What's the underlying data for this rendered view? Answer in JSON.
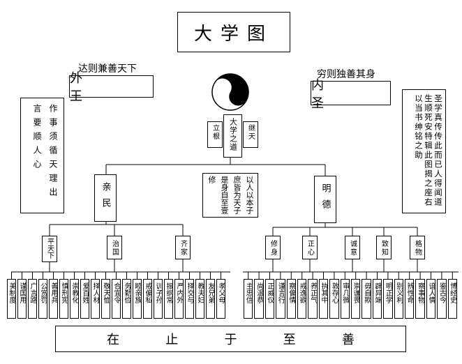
{
  "title": "大学图",
  "left_caption": "达则兼善天下",
  "left_box": "外　王",
  "right_caption": "穷则独善其身",
  "right_box": "内　圣",
  "left_note": "作事须循天理出言要顺人心",
  "right_note": "圣学真传传此而已人得闻道生顺死安特辑此图揭之座右以当书绅铭之助",
  "center_node": "大学之道",
  "root_left": "立根",
  "root_right": "继天",
  "center_quote": "以人以本子庶皆为天子是身自至壹修",
  "qinmin": "亲民",
  "mingde": "明德",
  "left_branches": [
    "平天下",
    "治国",
    "齐家"
  ],
  "right_branches": [
    "修身",
    "正心",
    "诚意",
    "致知",
    "格物"
  ],
  "left_leaves": [
    "美制度",
    "谨国用",
    "广言路",
    "公赏罚",
    "善用兵",
    "慎刑宪",
    "崇教化",
    "爱百姓",
    "择人材",
    "敬天恤",
    "合宜令",
    "务勤俭",
    "睦亲族",
    "戒偏私",
    "训子孙",
    "振纲常",
    "严内外",
    "择交与",
    "教夫妇",
    "友兄弟",
    "孝父母"
  ],
  "right_leaves": [
    "主忠信",
    "尚温恭",
    "正威仪",
    "谨言行",
    "察偏情",
    "戒逸欲",
    "养正气",
    "执其中",
    "敦存心",
    "审几微",
    "崇谦畏",
    "毋自欺",
    "辟异端",
    "明正学",
    "别义利",
    "辨性命",
    "察事物",
    "谙人情",
    "鉴古今",
    "博经史"
  ],
  "bottom_slogan": [
    "在",
    "止",
    "于",
    "至",
    "善"
  ]
}
